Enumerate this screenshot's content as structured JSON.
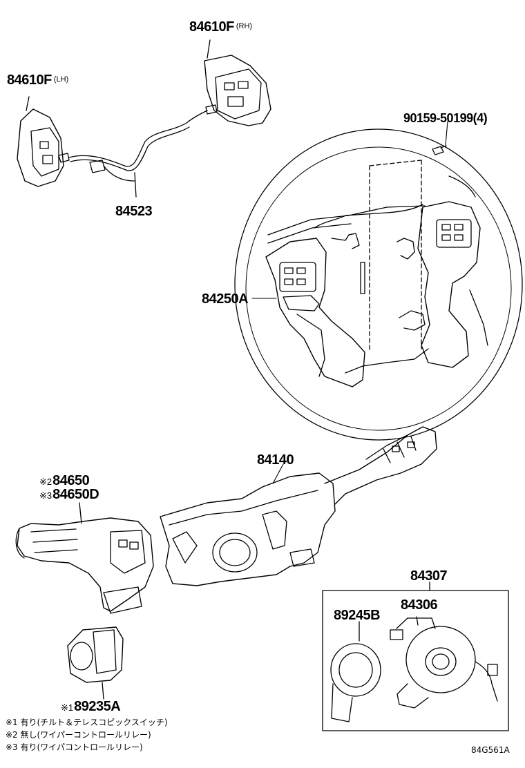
{
  "labels": {
    "p84610f_rh": {
      "part": "84610F",
      "qual": "(RH)"
    },
    "p84610f_lh": {
      "part": "84610F",
      "qual": "(LH)"
    },
    "p90159": "90159-50199(4)",
    "p84523": "84523",
    "p84250a": "84250A",
    "p84140": "84140",
    "p84650": {
      "mark": "※2",
      "part": "84650"
    },
    "p84650d": {
      "mark": "※3",
      "part": "84650D"
    },
    "p84307": "84307",
    "p89245b": "89245B",
    "p84306": "84306",
    "p89235a": {
      "mark": "※1",
      "part": "89235A"
    }
  },
  "notes": [
    "※1 有り(チルト＆テレスコピックスイッチ)",
    "※2 無し(ワイパーコントロールリレー)",
    "※3 有り(ワイパコントロールリレー)"
  ],
  "drawing_code": "84G561A"
}
